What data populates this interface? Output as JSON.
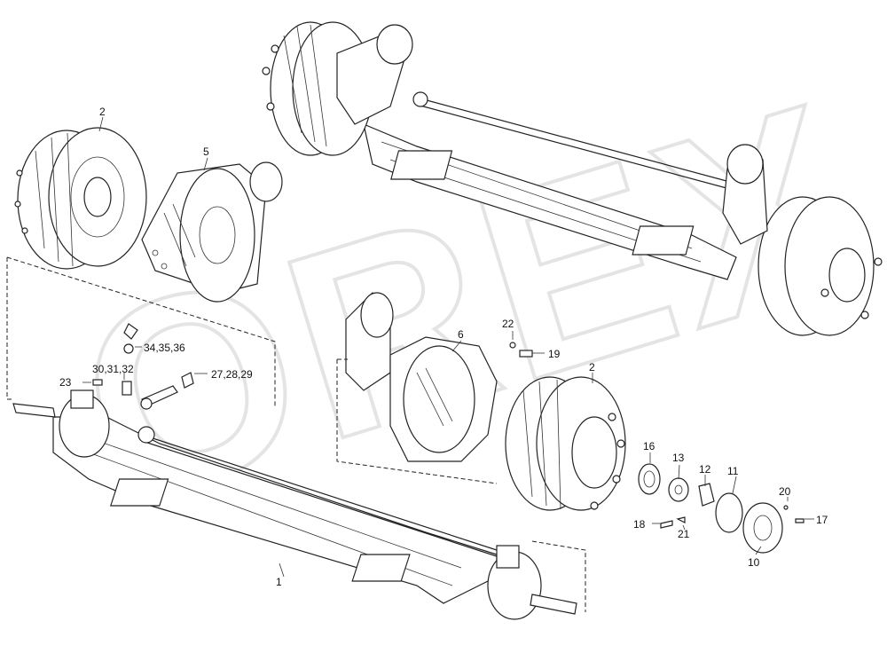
{
  "diagram": {
    "watermark": "OREX",
    "callouts": [
      {
        "id": "c1",
        "text": "1"
      },
      {
        "id": "c2a",
        "text": "2"
      },
      {
        "id": "c2b",
        "text": "2"
      },
      {
        "id": "c5",
        "text": "5"
      },
      {
        "id": "c6",
        "text": "6"
      },
      {
        "id": "c10",
        "text": "10"
      },
      {
        "id": "c11",
        "text": "11"
      },
      {
        "id": "c12",
        "text": "12"
      },
      {
        "id": "c13",
        "text": "13"
      },
      {
        "id": "c16",
        "text": "16"
      },
      {
        "id": "c17",
        "text": "17"
      },
      {
        "id": "c18",
        "text": "18"
      },
      {
        "id": "c19",
        "text": "19"
      },
      {
        "id": "c20",
        "text": "20"
      },
      {
        "id": "c21",
        "text": "21"
      },
      {
        "id": "c22",
        "text": "22"
      },
      {
        "id": "c23",
        "text": "23"
      },
      {
        "id": "c27",
        "text": "27,28,29"
      },
      {
        "id": "c30",
        "text": "30,31,32"
      },
      {
        "id": "c34",
        "text": "34,35,36"
      }
    ]
  }
}
